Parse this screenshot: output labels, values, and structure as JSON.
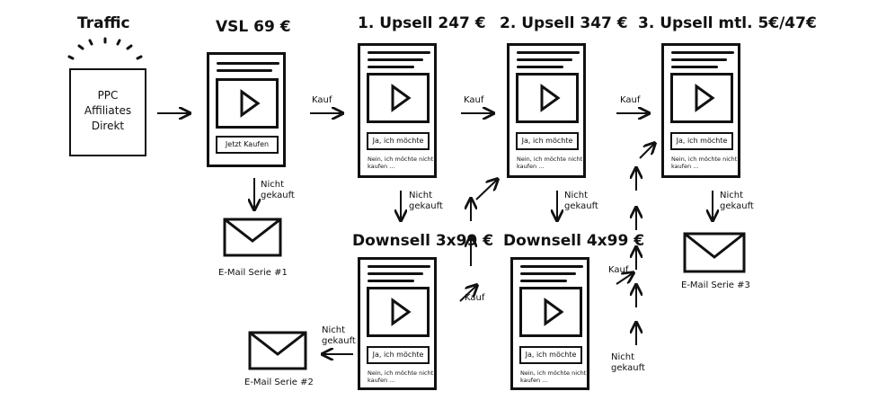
{
  "traffic": {
    "title": "Traffic",
    "sources": [
      "PPC",
      "Affiliates",
      "Direkt"
    ]
  },
  "vsl": {
    "title": "VSL 69 €",
    "cta": "Jetzt Kaufen"
  },
  "upsell1": {
    "title": "1. Upsell 247 €",
    "cta": "Ja, ich möchte",
    "decline": "Nein, ich möchte nicht kaufen ..."
  },
  "upsell2": {
    "title": "2. Upsell 347 €",
    "cta": "Ja, ich möchte",
    "decline": "Nein, ich möchte nicht kaufen ..."
  },
  "upsell3": {
    "title": "3. Upsell mtl. 5€/47€",
    "cta": "Ja, ich möchte",
    "decline": "Nein, ich möchte nicht kaufen ..."
  },
  "downsell1": {
    "title": "Downsell 3x99 €",
    "cta": "Ja, ich möchte",
    "decline": "Nein, ich möchte nicht kaufen ..."
  },
  "downsell2": {
    "title": "Downsell 4x99 €",
    "cta": "Ja, ich möchte",
    "decline": "Nein, ich möchte nicht kaufen ..."
  },
  "emails": {
    "serie1": "E-Mail Serie #1",
    "serie2": "E-Mail Serie #2",
    "serie3": "E-Mail Serie #3"
  },
  "arrows": {
    "kauf": "Kauf",
    "nicht_gekauft_1": "Nicht",
    "nicht_gekauft_2": "gekauft"
  }
}
